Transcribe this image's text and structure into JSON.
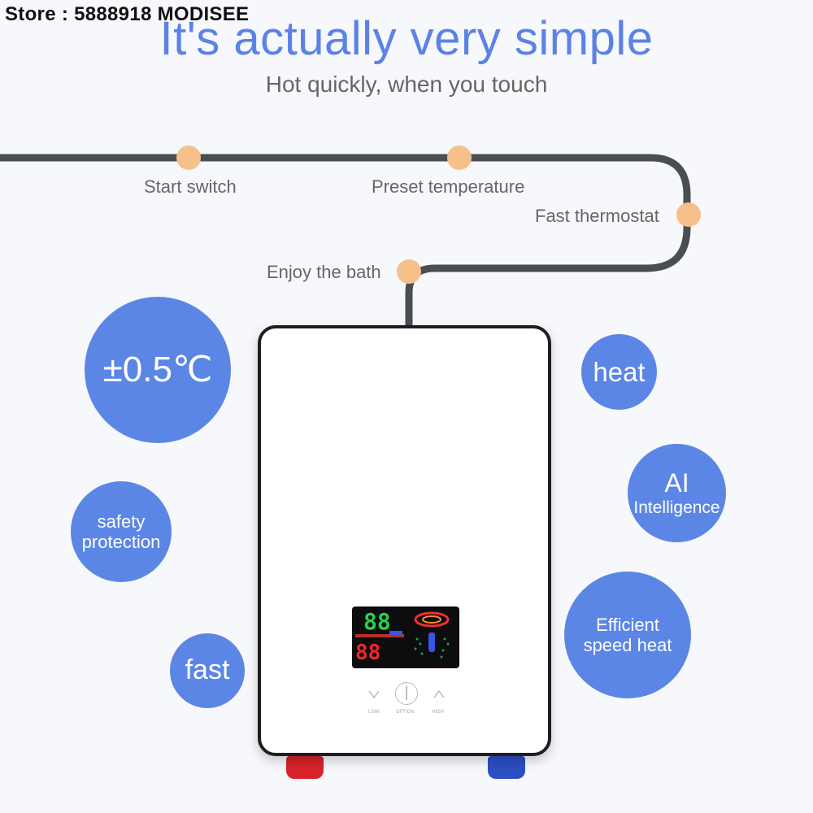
{
  "store_label": "Store : 5888918   MODISEE",
  "headline": "It's actually very simple",
  "subtitle": "Hot quickly, when you touch",
  "steps": {
    "start": "Start switch",
    "preset": "Preset temperature",
    "thermostat": "Fast thermostat",
    "enjoy": "Enjoy the bath"
  },
  "bubbles": {
    "precision": "±0.5℃",
    "heat": "heat",
    "ai_title": "AI",
    "ai_sub": "Intelligence",
    "safety_line1": "safety",
    "safety_line2": "protection",
    "efficient_line1": "Efficient",
    "efficient_line2": "speed heat",
    "fast": "fast"
  },
  "device": {
    "display_top": "88",
    "display_bottom": "88",
    "btn_low": "LOW",
    "btn_power": "OFF/ON",
    "btn_high": "HIGH"
  },
  "colors": {
    "accent_blue": "#5b86e6",
    "dot_orange": "#f5c08a",
    "cable": "#4a4d52",
    "hot_pipe": "#d8232a",
    "cold_pipe": "#2a4fc2"
  }
}
